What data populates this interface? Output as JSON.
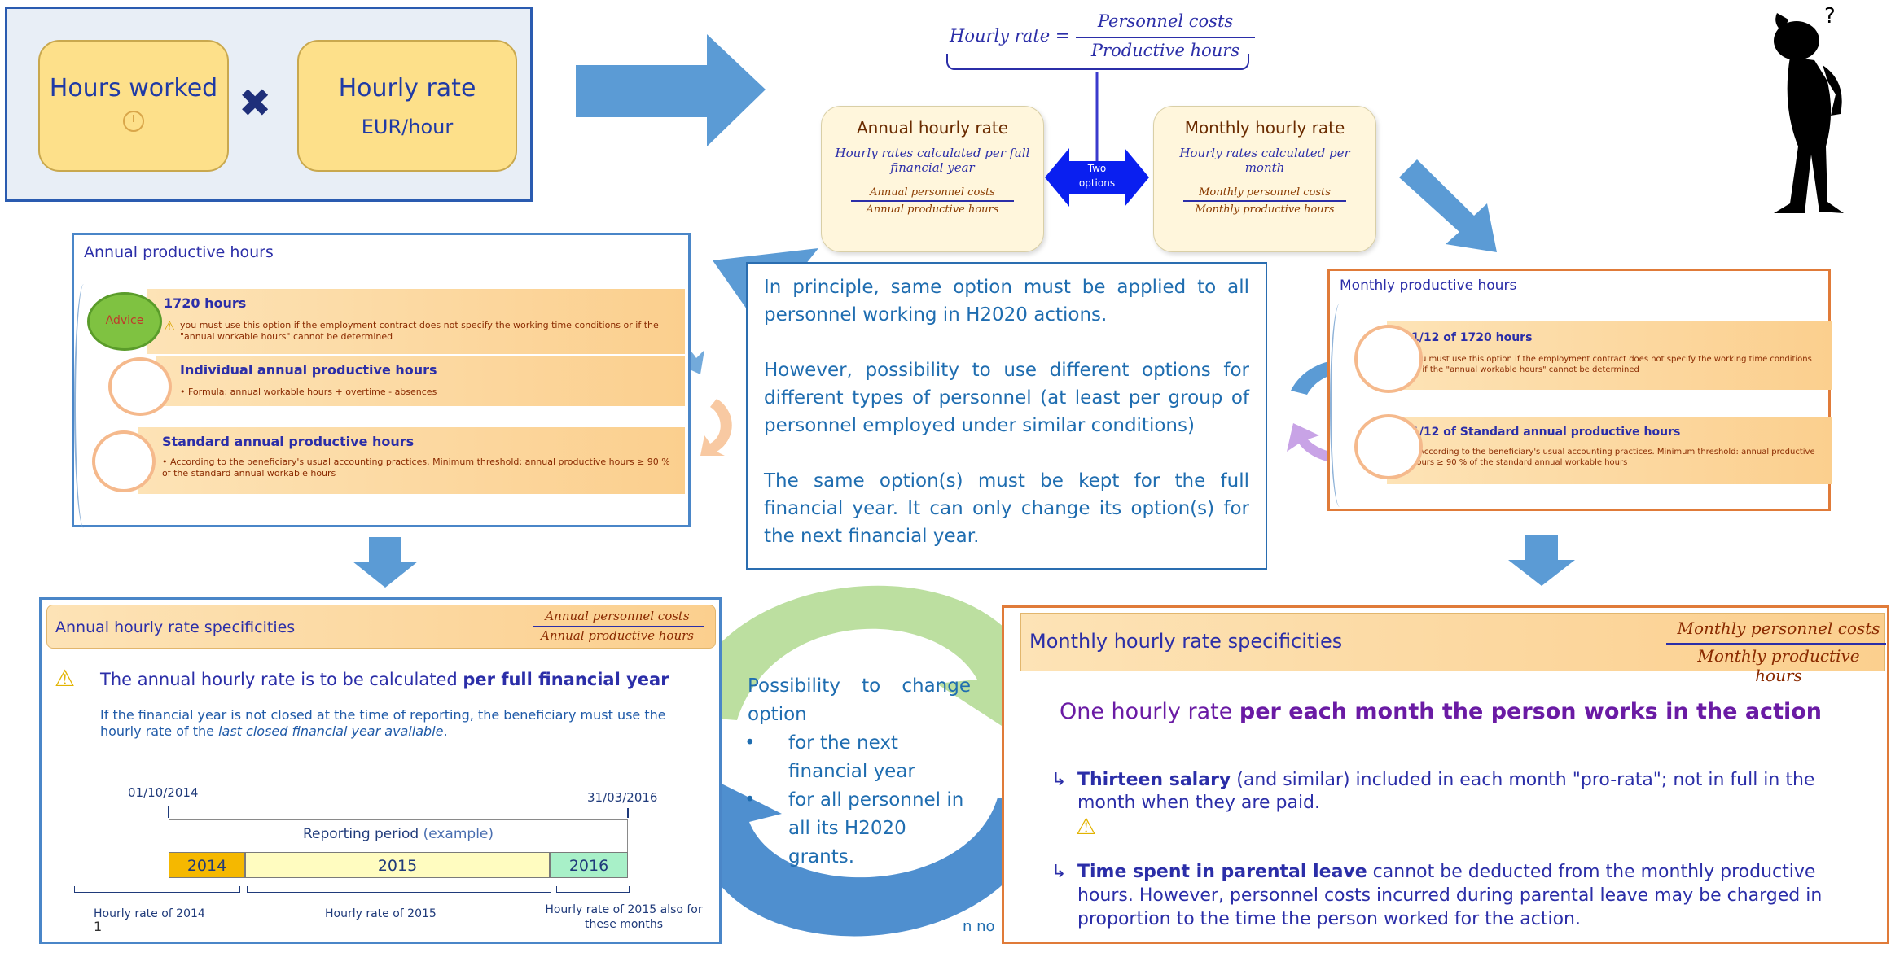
{
  "formula_box": {
    "hours_worked": "Hours worked",
    "hourly_rate": "Hourly rate",
    "unit": "EUR/hour",
    "multiply": "✖"
  },
  "top_formula": {
    "lhs": "Hourly rate =",
    "numerator": "Personnel costs",
    "denominator": "Productive hours"
  },
  "two_options": {
    "line1": "Two",
    "line2": "options"
  },
  "annual_option": {
    "title": "Annual hourly rate",
    "desc": "Hourly rates calculated per full financial year",
    "numerator": "Annual personnel costs",
    "denominator": "Annual productive hours"
  },
  "monthly_option": {
    "title": "Monthly hourly rate",
    "desc": "Hourly rates calculated per month",
    "numerator": "Monthly personnel costs",
    "denominator": "Monthly productive hours"
  },
  "annual_hours_panel": {
    "title": "Annual productive hours",
    "advice": "Advice",
    "opt1_title": "1720 hours",
    "opt1_text": "you must use this option if the employment contract does not specify the working time conditions or if the \"annual workable hours\" cannot be determined",
    "opt2_title": "Individual annual productive hours",
    "opt2_text": "• Formula: annual workable hours + overtime - absences",
    "opt3_title": "Standard annual productive hours",
    "opt3_text": "• According to the beneficiary's usual accounting practices. Minimum threshold: annual productive hours ≥ 90 % of the standard annual workable hours"
  },
  "principle": {
    "p1": "In principle, same option must be applied to all personnel working in H2020 actions.",
    "p2": "However, possibility to use different options for different types of personnel (at least per group of personnel employed under similar conditions)",
    "p3": "The same option(s) must be kept for the full financial year. It can only change its option(s) for the next financial year."
  },
  "monthly_hours_panel": {
    "title": "Monthly productive hours",
    "opt1_title": "1/12 of 1720 hours",
    "opt1_text": "you must use this option if the employment contract does not specify the working time conditions or if the \"annual workable hours\" cannot be determined",
    "opt2_title": "1/12 of Standard annual productive hours",
    "opt2_text": "• According to the beneficiary's usual accounting practices. Minimum threshold: annual productive hours ≥ 90 % of the standard annual workable hours"
  },
  "annual_spec": {
    "title": "Annual hourly rate specificities",
    "numerator": "Annual personnel costs",
    "denominator": "Annual productive hours",
    "headline_a": "The annual hourly rate is to be calculated ",
    "headline_b": "per full financial year",
    "note_a": "If the financial year is not closed at the time of reporting, the beneficiary must use the hourly rate of the ",
    "note_b": "last closed financial year available",
    "note_c": ".",
    "date_start": "01/10/2014",
    "date_end": "31/03/2016",
    "period_label": "Reporting period",
    "period_example": "(example)",
    "years": [
      "2014",
      "2015",
      "2016"
    ],
    "rate_2014": "Hourly rate of 2014",
    "rate_2015": "Hourly rate of 2015",
    "rate_2015_also": "Hourly rate of 2015  also for these months",
    "slide_num": "1"
  },
  "change": {
    "title": "Possibility to change option",
    "item1": "for the next financial year",
    "item2": "for all personnel in all its H2020 grants.",
    "fragment": "n no"
  },
  "monthly_spec": {
    "title": "Monthly hourly rate specificities",
    "numerator": "Monthly personnel costs",
    "denominator": "Monthly productive hours",
    "headline_a": "One hourly rate ",
    "headline_b": "per each month the person works in the action",
    "b1_bold": "Thirteen salary",
    "b1_text": " (and similar) included in each month \"pro-rata\"; not in full in the month when they are paid.",
    "b2_bold": "Time spent in parental leave",
    "b2_text": " cannot be deducted from the monthly productive hours. However, personnel costs incurred during parental leave may be charged in proportion to the time the person worked for the action."
  },
  "colors": {
    "blue_arrow": "#5b9bd5",
    "orange_border": "#e07b39",
    "navy_text": "#2b2ea8",
    "purple_text": "#6a1ba4",
    "green_arrow": "#b5dc96"
  }
}
